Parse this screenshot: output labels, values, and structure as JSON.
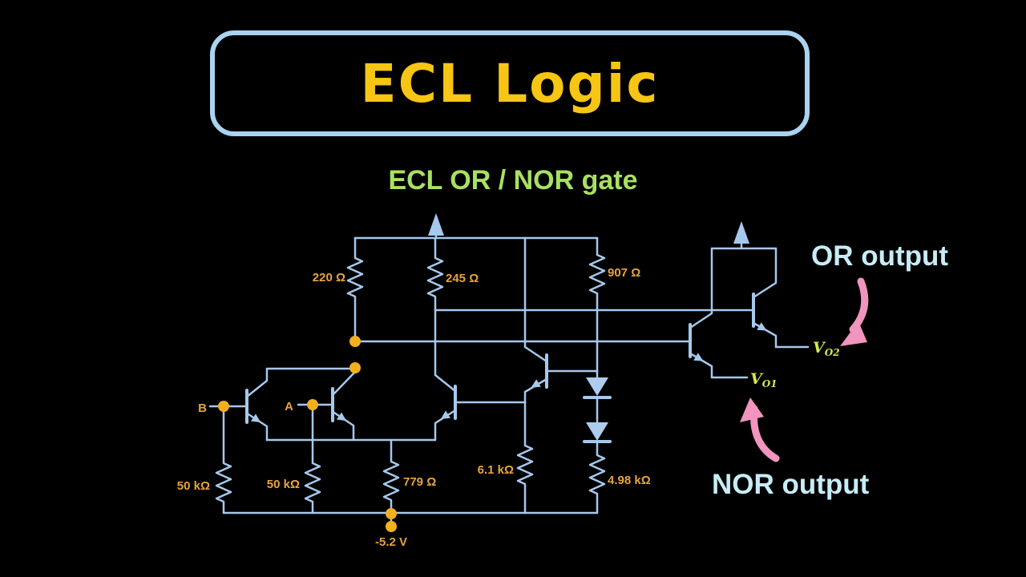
{
  "title": "ECL Logic",
  "subtitle": "ECL OR / NOR gate",
  "annotations": {
    "or_output": "OR output",
    "nor_output": "NOR output"
  },
  "inputs": {
    "a": "A",
    "b": "B"
  },
  "supply": {
    "vee": "-5.2 V"
  },
  "resistors": {
    "rc_nor": "220 Ω",
    "rc_or": "245 Ω",
    "r_bias_top": "907 Ω",
    "rb_b": "50 kΩ",
    "rb_a": "50 kΩ",
    "r_emitter": "779 Ω",
    "r_bias_emitter": "6.1 kΩ",
    "r_bias_bottom": "4.98 kΩ"
  },
  "outputs": {
    "vo1_v": "V",
    "vo1_sub": "O1",
    "vo2_v": "V",
    "vo2_sub": "O2"
  },
  "colors": {
    "wire_blue": "#A6C8EC",
    "title_gold": "#F7C513",
    "label_amber": "#E8A33D",
    "node_dot": "#F2B01E",
    "subtitle_green": "#A8E162",
    "output_cyan": "#C7ECF6",
    "arrow_pink": "#F194BE",
    "vo_label_green": "#D9E654",
    "box_border_blue": "#A9D3F1",
    "background": "#000000"
  }
}
